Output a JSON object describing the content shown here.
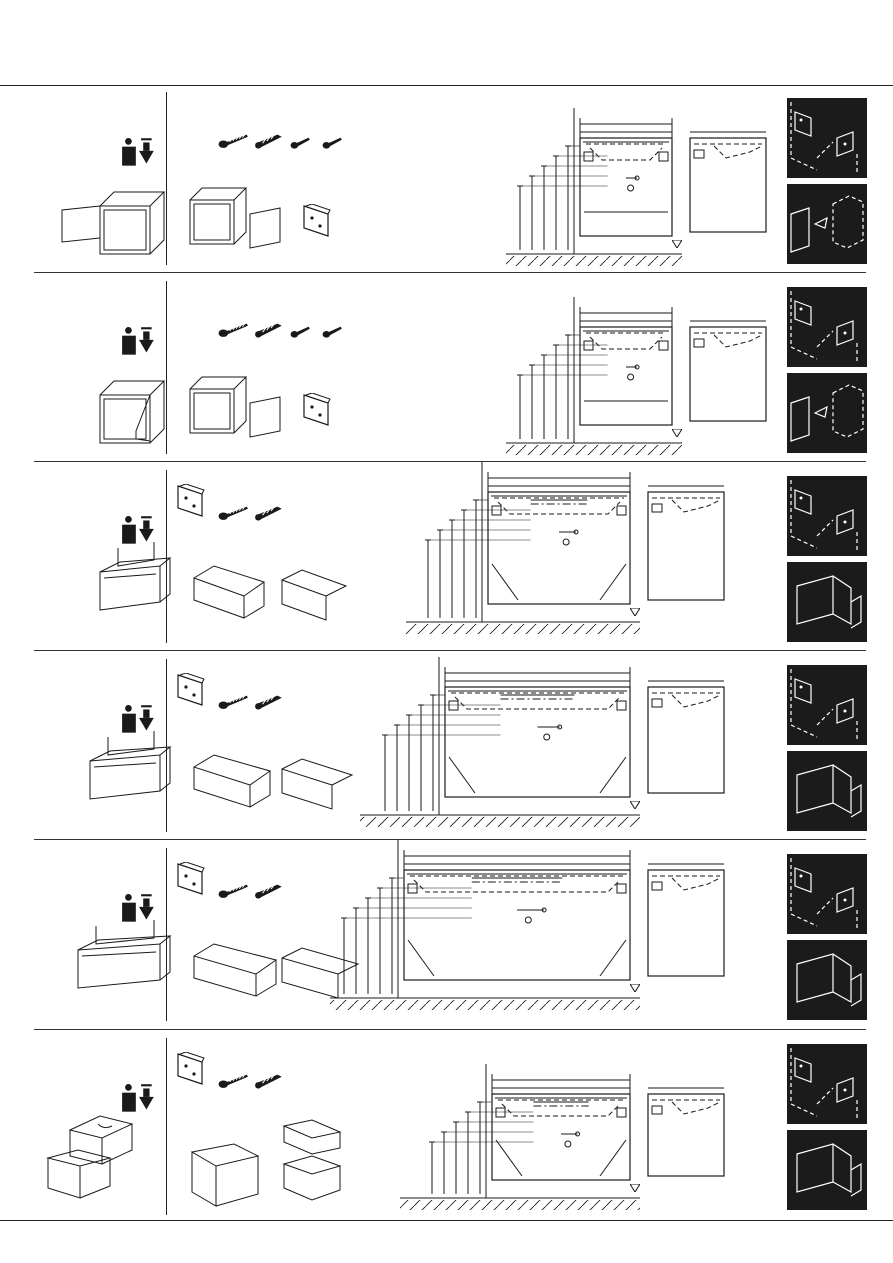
{
  "document": {
    "title": "",
    "rows": [
      {
        "id": "row-1",
        "unit": "single-door-left"
      },
      {
        "id": "row-2",
        "unit": "single-door-right"
      },
      {
        "id": "row-3",
        "unit": "single-drawer"
      },
      {
        "id": "row-4",
        "unit": "single-drawer-wide"
      },
      {
        "id": "row-5",
        "unit": "single-drawer-extra-wide"
      },
      {
        "id": "row-6",
        "unit": "double-drawer-cutout"
      }
    ]
  },
  "icons": {
    "weight": "two-person-lift-icon",
    "screw": "screw-icon",
    "dowel": "wall-plug-icon",
    "bracket": "hanging-bracket-icon",
    "level": "level-triangle-icon"
  },
  "colors": {
    "line": "#1a1a1a",
    "thumb_bg": "#1b1b1b",
    "thumb_line": "#ffffff"
  }
}
